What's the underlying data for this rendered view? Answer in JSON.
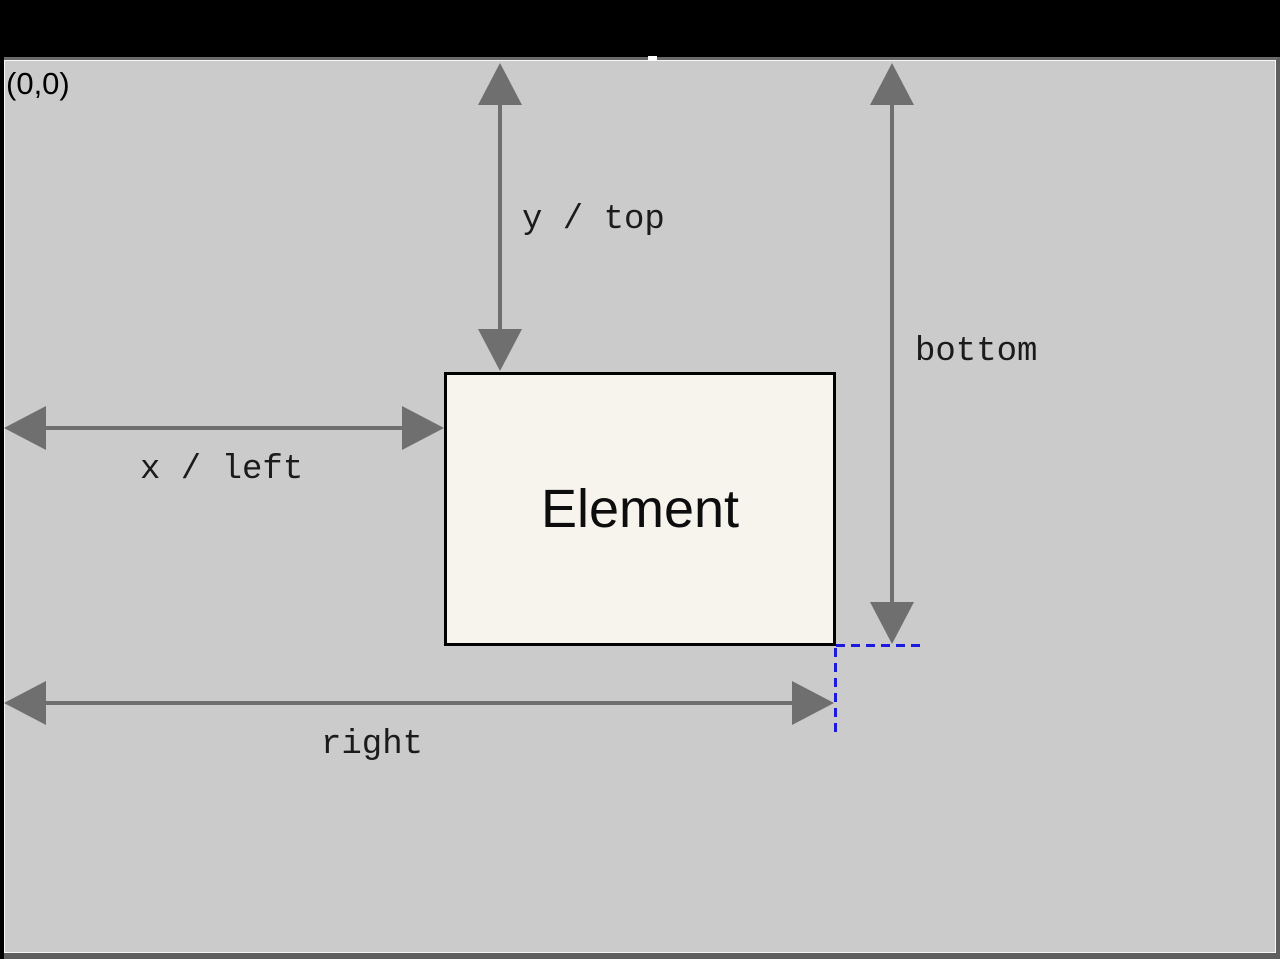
{
  "diagram": {
    "origin_label": "(0,0)",
    "element": {
      "label": "Element"
    },
    "measurements": {
      "y_top": {
        "label": "y / top"
      },
      "x_left": {
        "label": "x / left"
      },
      "bottom": {
        "label": "bottom"
      },
      "right": {
        "label": "right"
      }
    },
    "colors": {
      "arrow_gray": "#6f6f6f",
      "canvas_bg": "#cbcbcb",
      "element_fill": "#f7f4ee",
      "element_border": "#000000",
      "guide_blue": "#1a1ae0",
      "label_color": "#1b1b1b",
      "frame_black": "#000000",
      "frame_dark": "#5e5e5e"
    }
  }
}
